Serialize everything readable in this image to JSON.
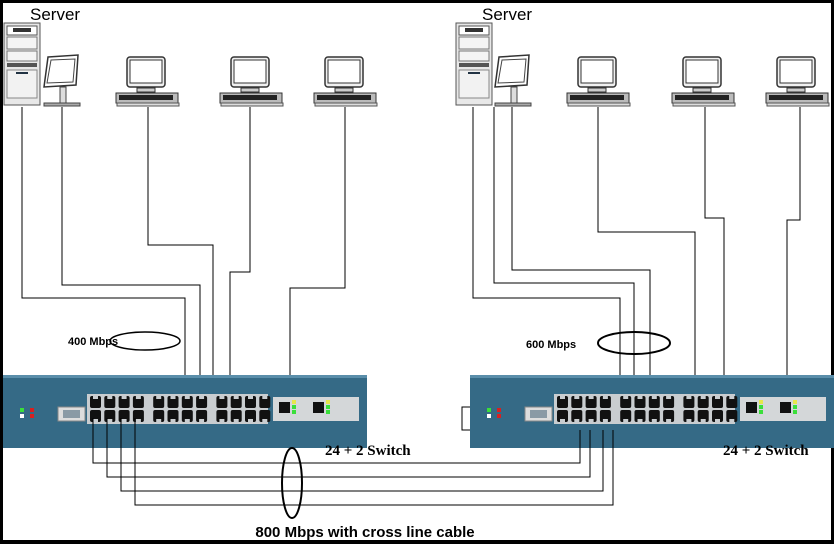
{
  "left_network": {
    "server_label": "Server",
    "bandwidth_label": "400 Mbps",
    "switch_label": "24 + 2 Switch"
  },
  "right_network": {
    "server_label": "Server",
    "bandwidth_label": "600 Mbps",
    "switch_label": "24 + 2 Switch"
  },
  "interconnect": {
    "label": "800 Mbps with cross line cable"
  },
  "colors": {
    "switch_body": "#356a86",
    "port_panel": "#c9cdd0",
    "line": "#000000",
    "led_green": "#3adf3a",
    "led_red": "#d82020"
  }
}
